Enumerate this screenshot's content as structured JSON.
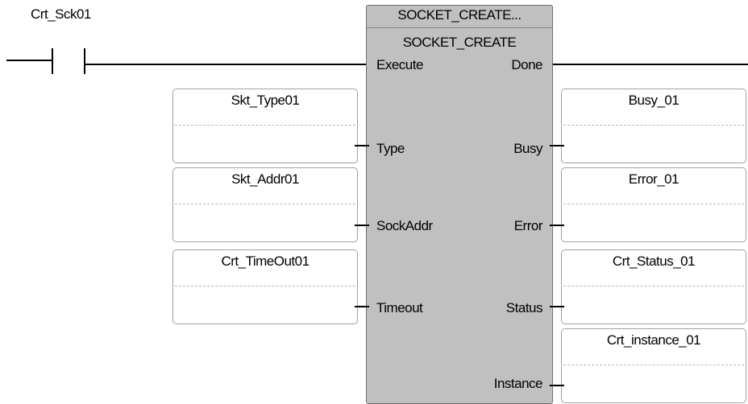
{
  "rung": {
    "contact": {
      "tag": "Crt_Sck01"
    }
  },
  "function_block": {
    "instance_name": "SOCKET_CREATE...",
    "type_name": "SOCKET_CREATE",
    "inputs": [
      "Execute",
      "Type",
      "SockAddr",
      "Timeout"
    ],
    "outputs": [
      "Done",
      "Busy",
      "Error",
      "Status",
      "Instance"
    ]
  },
  "input_variables": [
    {
      "name": "Skt_Type01",
      "value": ""
    },
    {
      "name": "Skt_Addr01",
      "value": ""
    },
    {
      "name": "Crt_TimeOut01",
      "value": ""
    }
  ],
  "output_variables": [
    {
      "name": "Busy_01",
      "value": ""
    },
    {
      "name": "Error_01",
      "value": ""
    },
    {
      "name": "Crt_Status_01",
      "value": ""
    },
    {
      "name": "Crt_instance_01",
      "value": ""
    }
  ]
}
